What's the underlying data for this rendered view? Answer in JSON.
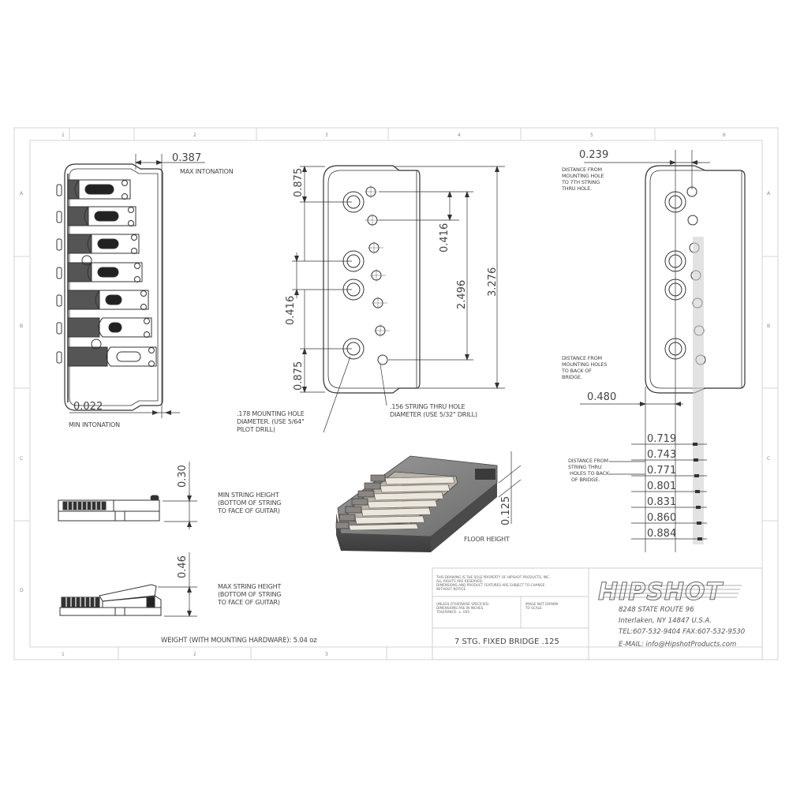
{
  "drawing": {
    "zones_top": [
      "1",
      "2",
      "3",
      "4",
      "5",
      "6"
    ],
    "zones_bottom": [
      "1",
      "2",
      "3"
    ],
    "zones_side": [
      "A",
      "B",
      "C",
      "D"
    ],
    "top_view": {
      "max_intonation_value": "0.387",
      "max_intonation_label": "MAX INTONATION",
      "min_intonation_value": "0.022",
      "min_intonation_label": "MIN INTONATION"
    },
    "bottom_view": {
      "dim_top_left": "0.875",
      "dim_mid_left": "0.416",
      "dim_bot_left": "0.875",
      "dim_string_spacing": "0.416",
      "dim_string_span": "2.496",
      "dim_overall": "3.276",
      "mounting_hole_note_1": ".178 MOUNTING HOLE",
      "mounting_hole_note_2": "DIAMETER. (USE 5/64\"",
      "mounting_hole_note_3": "PILOT DRILL)",
      "string_hole_note_1": ".156 STRING THRU HOLE",
      "string_hole_note_2": "DIAMETER (USE 5/32\" DRILL)"
    },
    "right_view": {
      "dim_offset": "0.239",
      "offset_note": [
        "DISTANCE FROM",
        "MOUNTING HOLE",
        "TO 7TH STRING",
        "THRU HOLE."
      ],
      "mounting_back_note": [
        "DISTANCE FROM",
        "MOUNTING HOLES",
        "TO BACK OF",
        "BRIDGE."
      ],
      "dim_mounting_back": "0.480",
      "string_back_note": [
        "DISTANCE FROM",
        "STRING THRU",
        "HOLES TO BACK",
        "OF BRIDGE."
      ],
      "string_back_dims": [
        "0.719",
        "0.743",
        "0.771",
        "0.801",
        "0.831",
        "0.860",
        "0.884"
      ]
    },
    "side_views": {
      "min_height_value": "0.30",
      "min_height_note": [
        "MIN STRING HEIGHT",
        "(BOTTOM OF STRING",
        "TO FACE OF GUITAR)"
      ],
      "max_height_value": "0.46",
      "max_height_note": [
        "MAX STRING HEIGHT",
        "(BOTTOM OF STRING",
        "TO FACE OF GUITAR)"
      ],
      "weight": "WEIGHT (WITH MOUNTING HARDWARE): 5.04 oz"
    },
    "iso_view": {
      "floor_height_value": "0.125",
      "floor_height_label": "FLOOR HEIGHT"
    },
    "title_block": {
      "property_note": [
        "THIS DRAWING IS THE SOLE PROPERTY OF HIPSHOT PRODUCTS, INC.",
        "ALL RIGHTS ARE RESERVED.",
        "DIMENSIONS AND PRODUCT FEATURES ARE SUBJECT TO CHANGE",
        "WITHOUT NOTICE"
      ],
      "tolerance_note": [
        "UNLESS OTHERWISE SPECIFIED:",
        "DIMENSIONS ARE IN INCHES",
        "TOLERANCE: ± .005"
      ],
      "scale_note": [
        "IMAGE NOT DRAWN",
        "TO SCALE"
      ],
      "part_title": "7 STG. FIXED BRIDGE .125",
      "company_logo": "HIPSHOT",
      "address_1": "8248 STATE ROUTE 96",
      "address_2": "Interlaken, NY 14847 U.S.A.",
      "phone_fax": "TEL:607-532-9404 FAX:607-532-9530",
      "email": "E-MAIL: info@HipshotProducts.com"
    }
  }
}
